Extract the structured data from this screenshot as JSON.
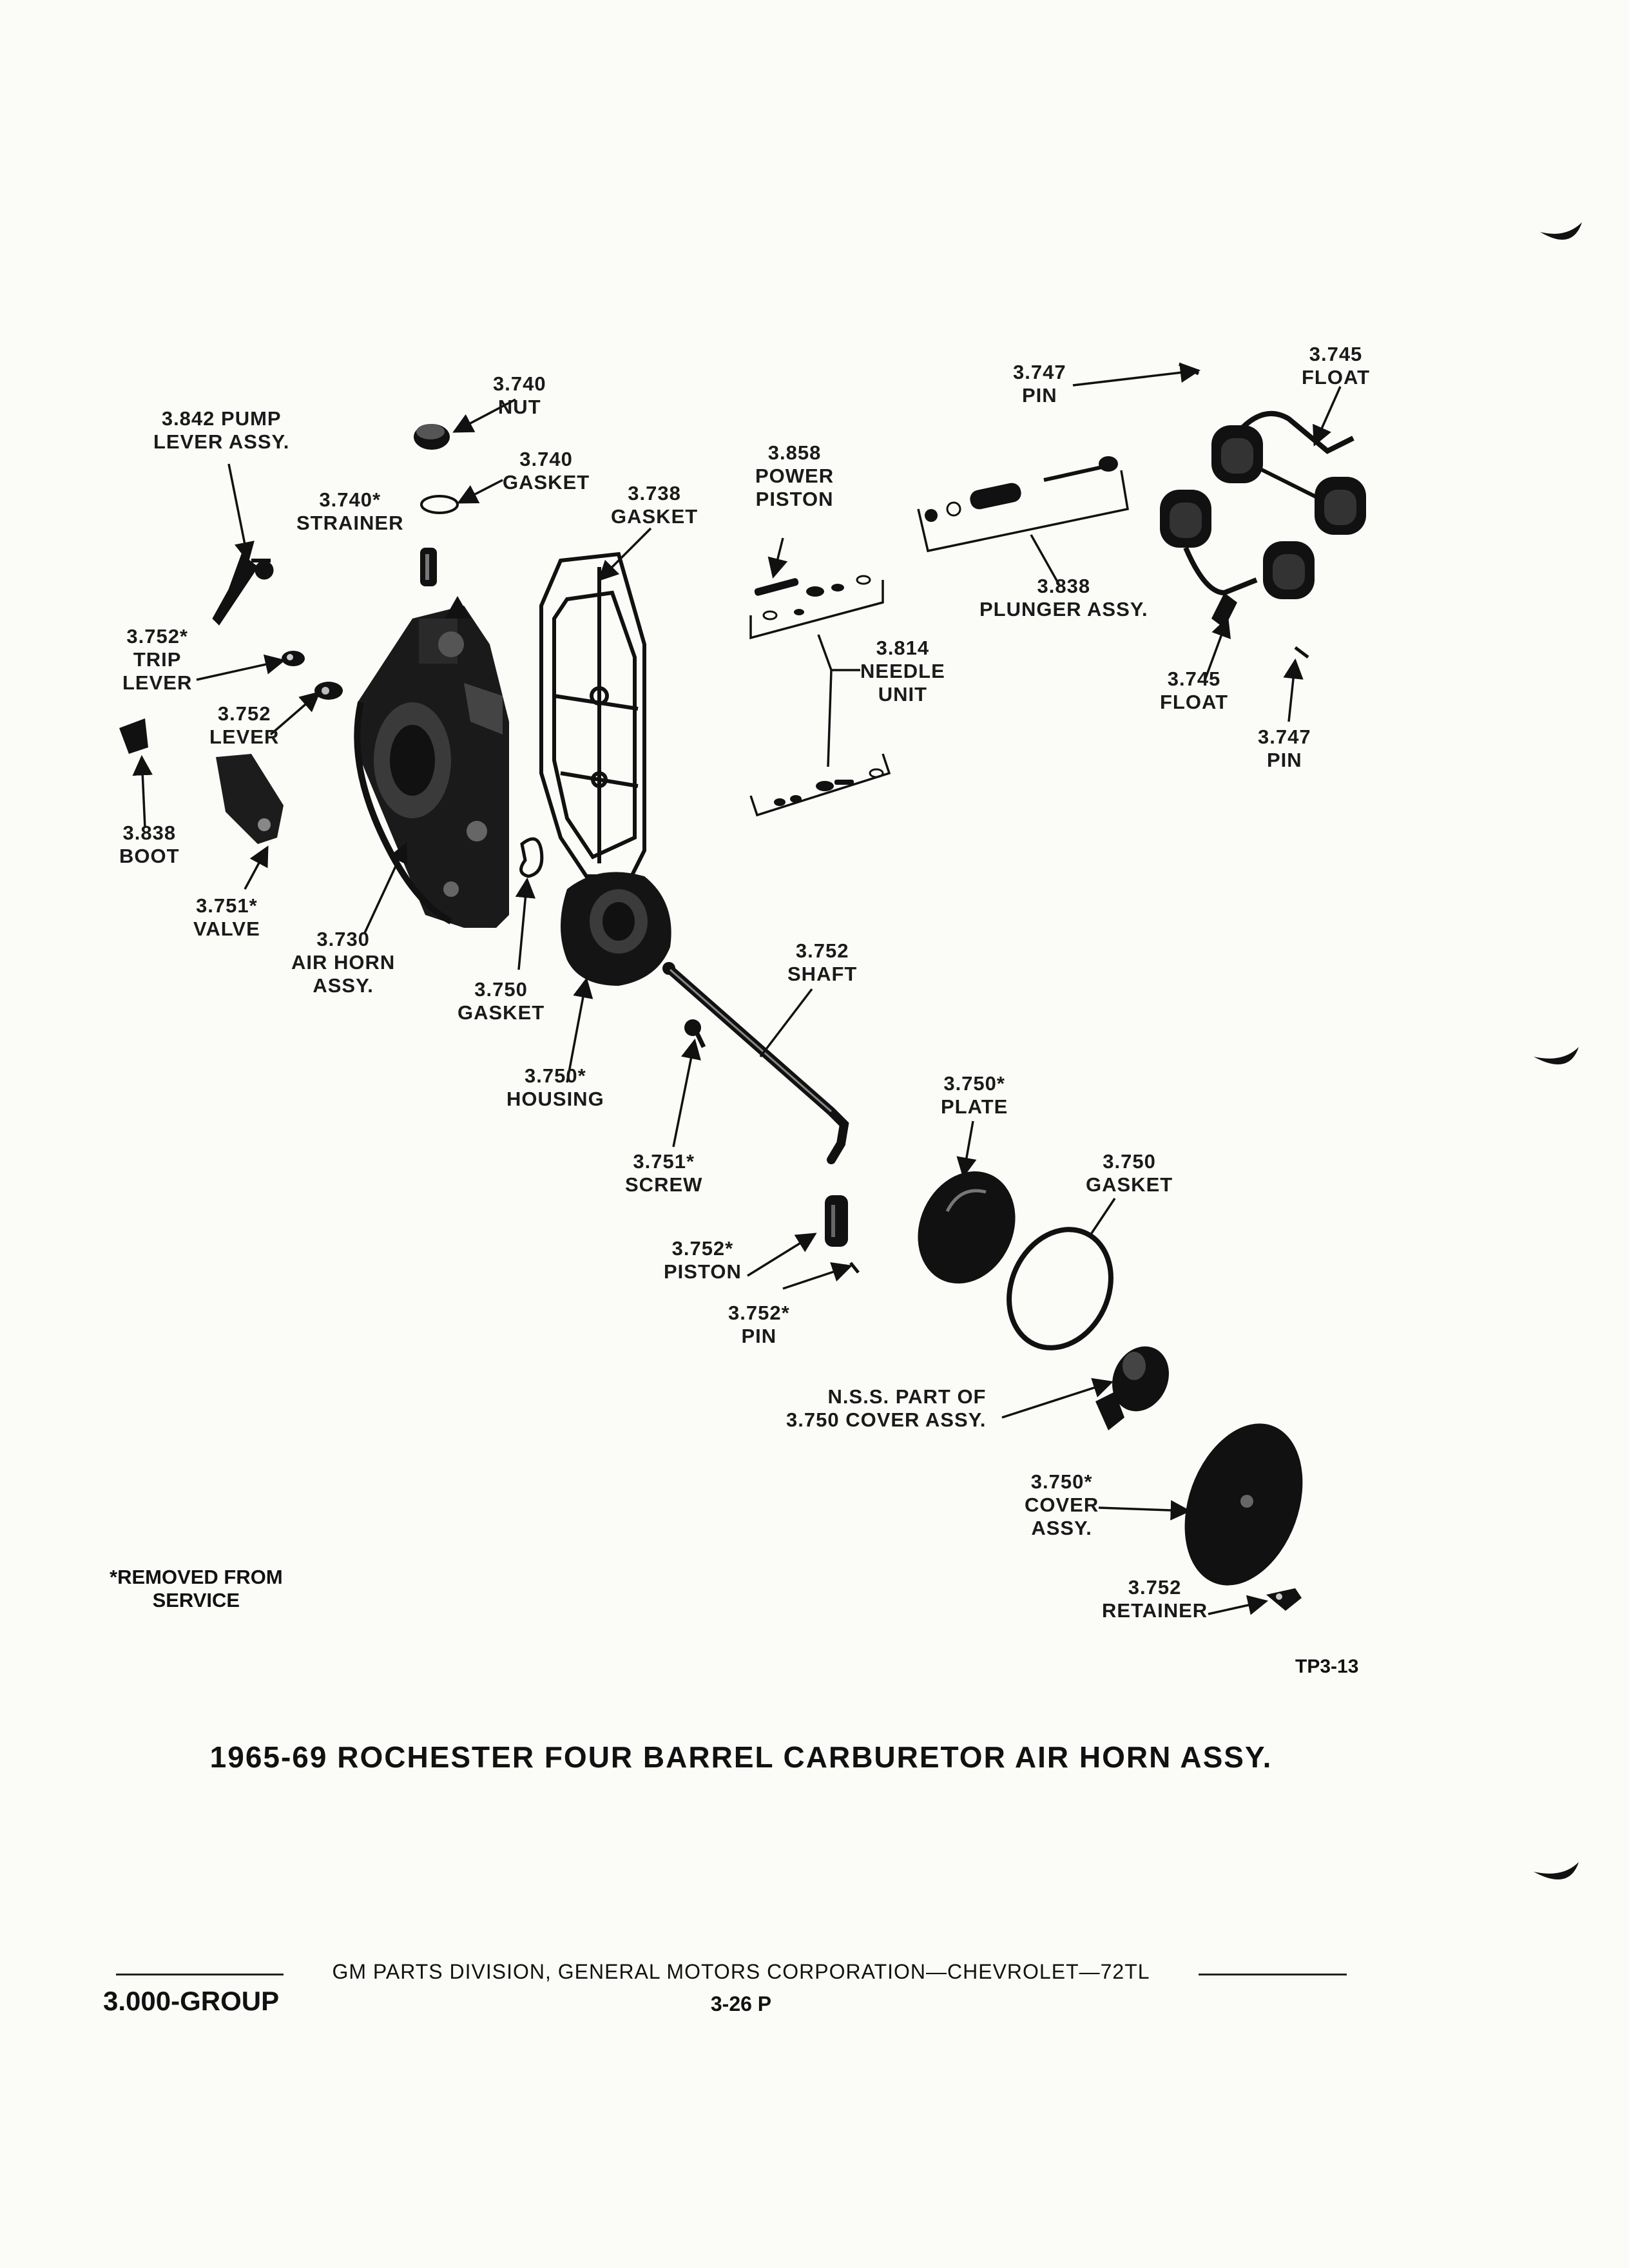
{
  "title": "1965-69 ROCHESTER FOUR BARREL CARBURETOR AIR HORN ASSY.",
  "figure_code": "TP3-13",
  "note": [
    "*REMOVED FROM",
    "SERVICE"
  ],
  "footer": {
    "line": "GM PARTS DIVISION, GENERAL MOTORS CORPORATION—CHEVROLET—72TL",
    "page": "3-26  P",
    "group": "3.000-GROUP"
  },
  "labels": [
    {
      "id": "lever-pump",
      "lines": [
        "3.842 PUMP",
        "LEVER ASSY."
      ]
    },
    {
      "id": "nut",
      "lines": [
        "3.740",
        "NUT"
      ]
    },
    {
      "id": "gasket-740",
      "lines": [
        "3.740",
        "GASKET"
      ]
    },
    {
      "id": "strainer",
      "lines": [
        "3.740*",
        "STRAINER"
      ]
    },
    {
      "id": "gasket-738",
      "lines": [
        "3.738",
        "GASKET"
      ]
    },
    {
      "id": "power-piston",
      "lines": [
        "3.858",
        "POWER",
        "PISTON"
      ]
    },
    {
      "id": "pin-747-top",
      "lines": [
        "3.747",
        "PIN"
      ]
    },
    {
      "id": "float-top",
      "lines": [
        "3.745",
        "FLOAT"
      ]
    },
    {
      "id": "plunger",
      "lines": [
        "3.838",
        "PLUNGER ASSY."
      ]
    },
    {
      "id": "needle",
      "lines": [
        "3.814",
        "NEEDLE",
        "UNIT"
      ]
    },
    {
      "id": "float-bottom",
      "lines": [
        "3.745",
        "FLOAT"
      ]
    },
    {
      "id": "pin-747-bottom",
      "lines": [
        "3.747",
        "PIN"
      ]
    },
    {
      "id": "trip-lever",
      "lines": [
        "3.752*",
        "TRIP",
        "LEVER"
      ]
    },
    {
      "id": "lever-752",
      "lines": [
        "3.752",
        "LEVER"
      ]
    },
    {
      "id": "boot",
      "lines": [
        "3.838",
        "BOOT"
      ]
    },
    {
      "id": "valve",
      "lines": [
        "3.751*",
        "VALVE"
      ]
    },
    {
      "id": "air-horn",
      "lines": [
        "3.730",
        "AIR HORN",
        "ASSY."
      ]
    },
    {
      "id": "gasket-750-a",
      "lines": [
        "3.750",
        "GASKET"
      ]
    },
    {
      "id": "housing",
      "lines": [
        "3.750*",
        "HOUSING"
      ]
    },
    {
      "id": "shaft",
      "lines": [
        "3.752",
        "SHAFT"
      ]
    },
    {
      "id": "screw",
      "lines": [
        "3.751*",
        "SCREW"
      ]
    },
    {
      "id": "plate",
      "lines": [
        "3.750*",
        "PLATE"
      ]
    },
    {
      "id": "gasket-750-b",
      "lines": [
        "3.750",
        "GASKET"
      ]
    },
    {
      "id": "piston",
      "lines": [
        "3.752*",
        "PISTON"
      ]
    },
    {
      "id": "pin-752",
      "lines": [
        "3.752*",
        "PIN"
      ]
    },
    {
      "id": "nss",
      "lines": [
        "N.S.S. PART OF",
        "3.750 COVER ASSY."
      ]
    },
    {
      "id": "cover",
      "lines": [
        "3.750*",
        "COVER",
        "ASSY."
      ]
    },
    {
      "id": "retainer",
      "lines": [
        "3.752",
        "RETAINER"
      ]
    }
  ]
}
